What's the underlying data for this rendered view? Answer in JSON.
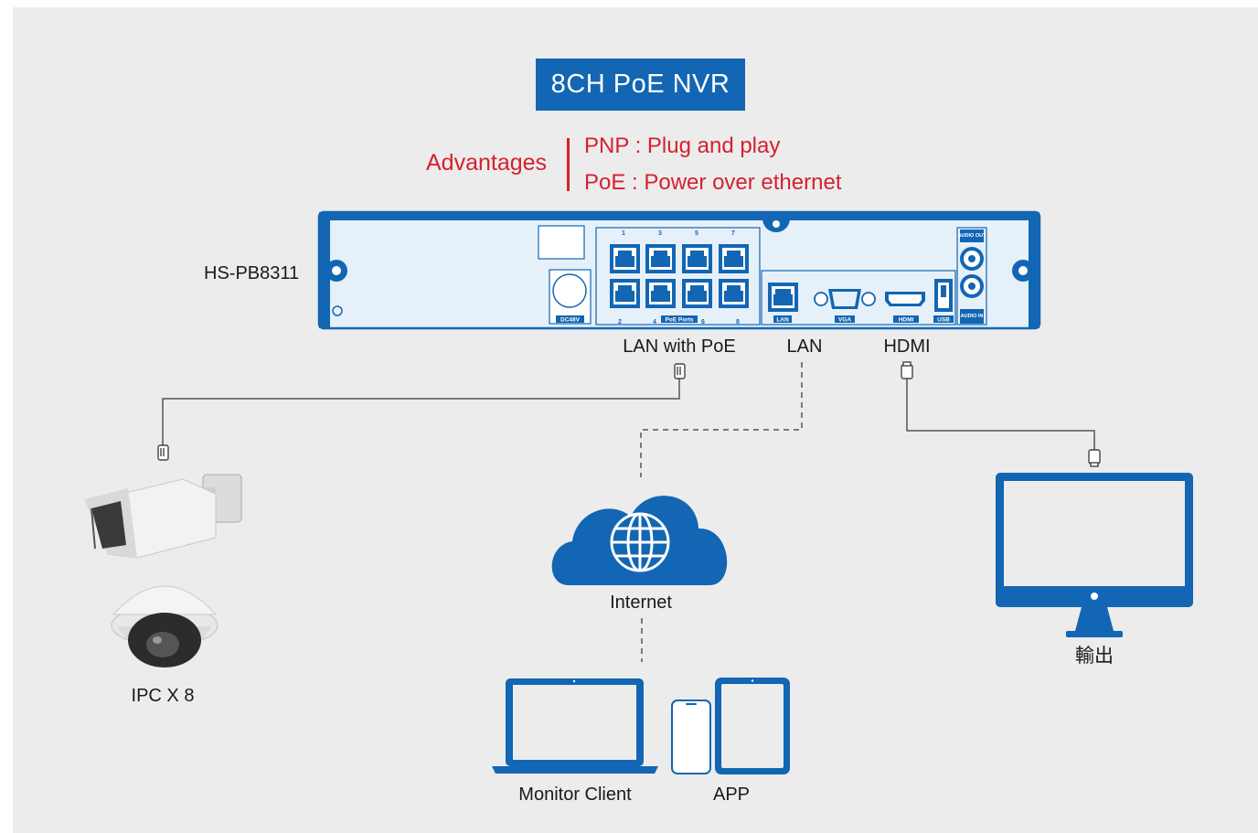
{
  "title": "8CH PoE NVR",
  "advantages": {
    "label": "Advantages",
    "items": [
      "PNP : Plug and play",
      "PoE : Power over ethernet"
    ]
  },
  "device": {
    "model": "HS-PB8311",
    "port_numbers_top": [
      "1",
      "3",
      "5",
      "7"
    ],
    "port_numbers_bottom": [
      "2",
      "4",
      "6",
      "8"
    ],
    "panel_labels": {
      "dc": "DC48V",
      "poe": "PoE Ports",
      "lan": "LAN",
      "vga": "VGA",
      "hdmi": "HDMI",
      "usb": "USB",
      "audio_out": "AUDIO OUT",
      "audio_in": "AUDIO IN"
    }
  },
  "connections": {
    "poe": "LAN with PoE",
    "lan": "LAN",
    "hdmi": "HDMI"
  },
  "nodes": {
    "ipc": "IPC X 8",
    "internet": "Internet",
    "monitor_client": "Monitor Client",
    "app": "APP",
    "output": "輸出"
  },
  "colors": {
    "brand_blue": "#1266b3",
    "accent_red": "#d5212e",
    "panel_fill": "#e6f0f9",
    "background": "#ececec"
  }
}
